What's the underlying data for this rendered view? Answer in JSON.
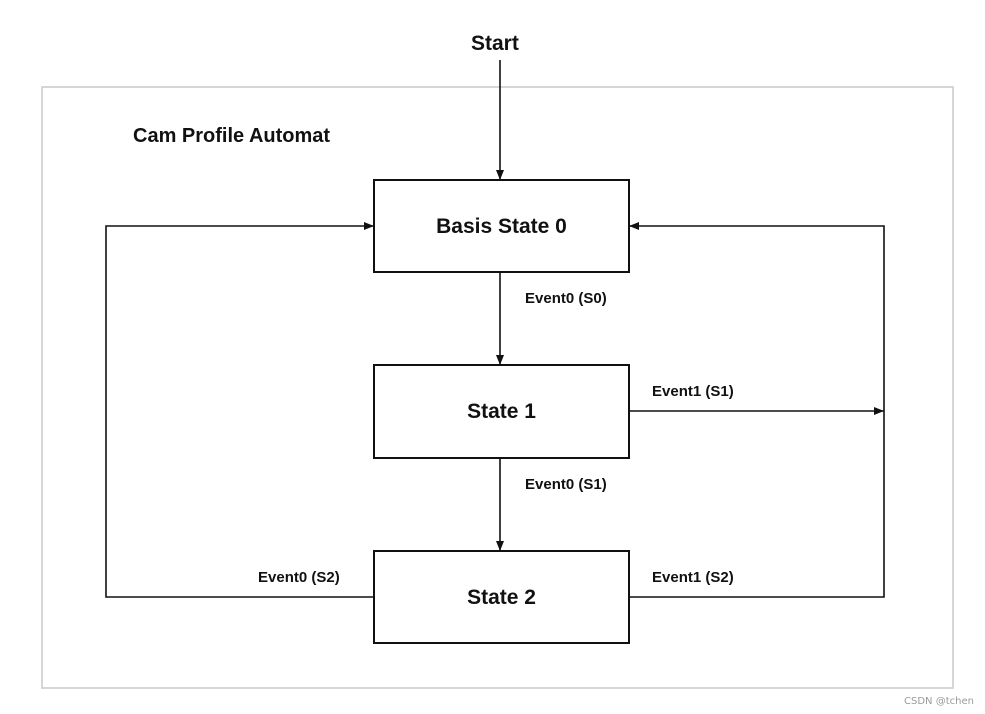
{
  "diagram": {
    "start_label": "Start",
    "title": "Cam Profile Automat",
    "states": {
      "basis_state_0": "Basis State 0",
      "state_1": "State 1",
      "state_2": "State 2"
    },
    "transitions": {
      "event0_s0": "Event0 (S0)",
      "event0_s1": "Event0 (S1)",
      "event1_s1": "Event1 (S1)",
      "event0_s2": "Event0 (S2)",
      "event1_s2": "Event1 (S2)"
    },
    "colors": {
      "line": "#111111",
      "frame": "#c8c8c8",
      "watermark": "#9a9a9a"
    }
  },
  "watermark": "CSDN @tchen"
}
